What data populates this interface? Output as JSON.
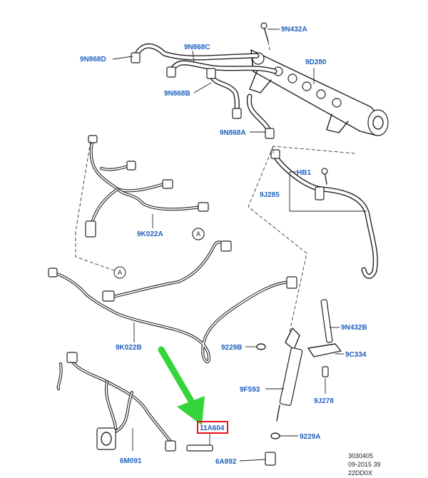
{
  "parts": [
    {
      "code": "9N432A"
    },
    {
      "code": "9N868D"
    },
    {
      "code": "9N868C"
    },
    {
      "code": "9D280"
    },
    {
      "code": "9N868B"
    },
    {
      "code": "9N868A"
    },
    {
      "code": "HB1"
    },
    {
      "code": "9J285"
    },
    {
      "code": "9K022A"
    },
    {
      "code": "A"
    },
    {
      "code": "A"
    },
    {
      "code": "9N432B"
    },
    {
      "code": "9K022B"
    },
    {
      "code": "9229B"
    },
    {
      "code": "9C334"
    },
    {
      "code": "9F593"
    },
    {
      "code": "9J278"
    },
    {
      "code": "11A604"
    },
    {
      "code": "9229A"
    },
    {
      "code": "6M091"
    },
    {
      "code": "6A892"
    }
  ],
  "footer": {
    "line1": "3030405",
    "line2": "09-2015 39",
    "line3": "22DD0X"
  },
  "colors": {
    "label": "#1f5fbf",
    "highlight_box": "#e8101a",
    "arrow": "#36d43b",
    "line": "#222222"
  }
}
